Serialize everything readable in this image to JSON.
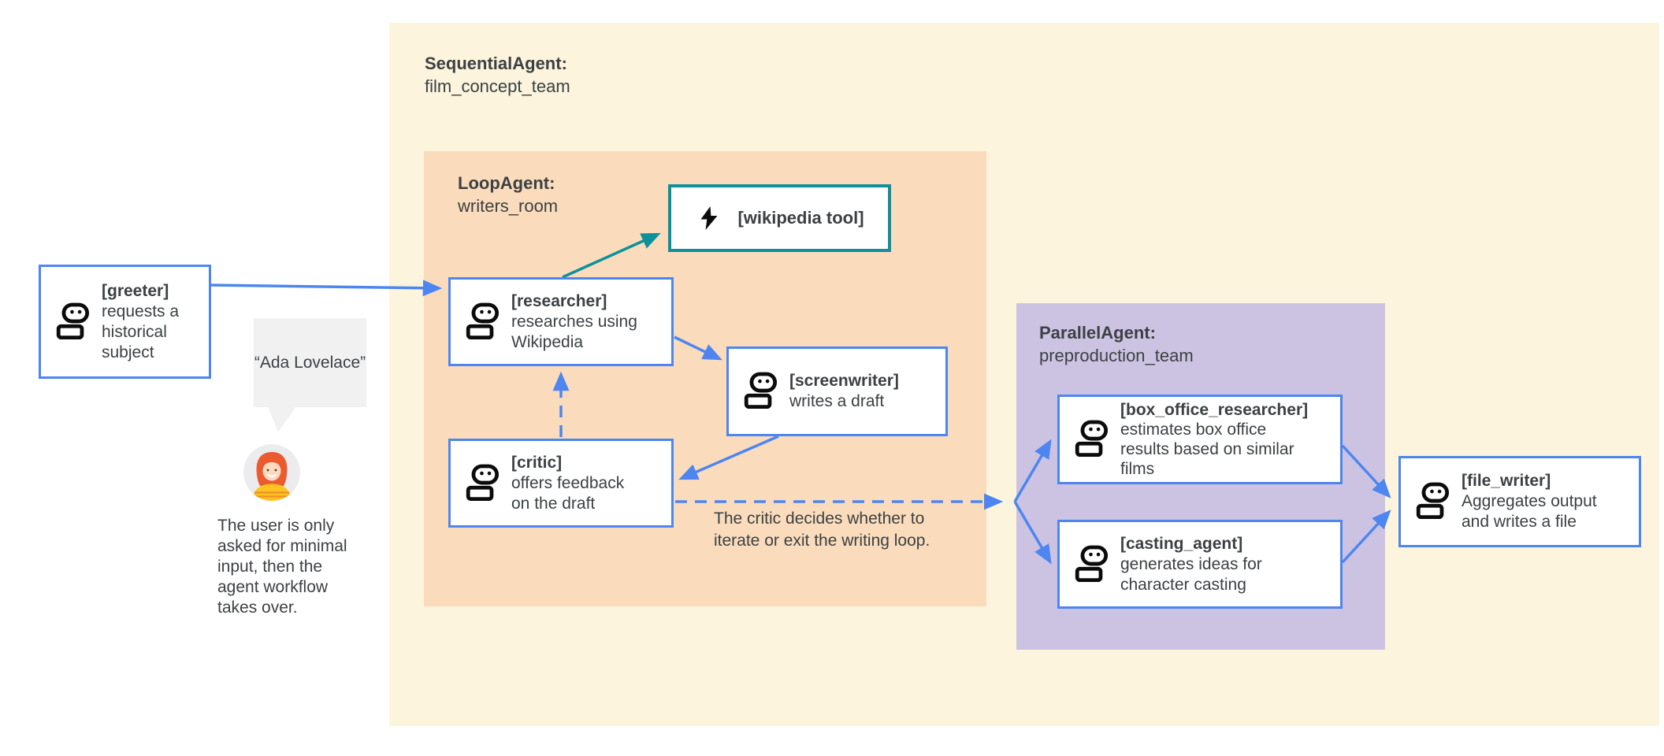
{
  "colors": {
    "blue": "#4d86f0",
    "teal": "#0e919b",
    "ink": "#3c4043",
    "yellow": "#fcf4dc",
    "peach": "#fadcbc",
    "purple": "#ccc3e3",
    "bubble": "#f1f1f2",
    "nodebg": "#ffffff"
  },
  "groups": {
    "sequential": {
      "title": "SequentialAgent:",
      "subtitle": "film_concept_team"
    },
    "loop": {
      "title": "LoopAgent:",
      "subtitle": "writers_room"
    },
    "parallel": {
      "title": "ParallelAgent:",
      "subtitle": "preproduction_team"
    }
  },
  "nodes": {
    "greeter": {
      "name": "[greeter]",
      "desc": "requests a historical subject",
      "icon": "robot-icon"
    },
    "researcher": {
      "name": "[researcher]",
      "desc": "researches using Wikipedia",
      "icon": "robot-icon"
    },
    "wikipedia_tool": {
      "name": "[wikipedia tool]",
      "icon": "lightning-bolt-icon"
    },
    "screenwriter": {
      "name": "[screenwriter]",
      "desc": "writes a draft",
      "icon": "robot-icon"
    },
    "critic": {
      "name": "[critic]",
      "desc": "offers feedback on the draft",
      "icon": "robot-icon"
    },
    "box_office_researcher": {
      "name": "[box_office_researcher]",
      "desc": "estimates box office results based on similar films",
      "icon": "robot-icon"
    },
    "casting_agent": {
      "name": "[casting_agent]",
      "desc": "generates ideas for character casting",
      "icon": "robot-icon"
    },
    "file_writer": {
      "name": "[file_writer]",
      "desc": "Aggregates output and writes a file",
      "icon": "robot-icon"
    }
  },
  "annotations": {
    "user_quote": "“Ada Lovelace”",
    "user_note": "The user is only asked for minimal input, then the agent workflow takes over.",
    "critic_note": "The critic decides whether to iterate or exit the writing loop."
  },
  "icons": {
    "avatar": "woman-avatar"
  }
}
